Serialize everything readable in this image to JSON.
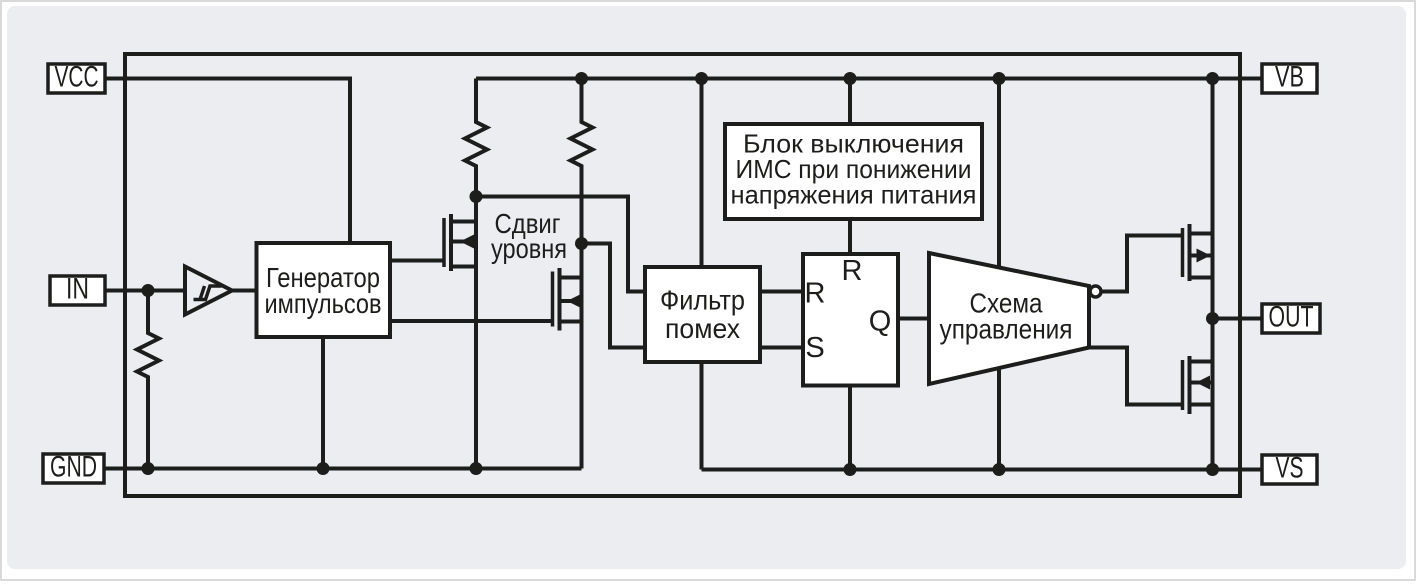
{
  "colors": {
    "line": "#1d1d1b",
    "panel": "#ecedf1",
    "box_fill": "#ffffff",
    "frame": "#d9d9d9"
  },
  "pins": {
    "vcc": "VCC",
    "in": "IN",
    "gnd": "GND",
    "vb": "VB",
    "out": "OUT",
    "vs": "VS"
  },
  "blocks": {
    "pulse_generator": {
      "line1": "Генератор",
      "line2": "импульсов"
    },
    "level_shift": {
      "line1": "Сдвиг",
      "line2": "уровня"
    },
    "noise_filter": {
      "line1": "Фильтр",
      "line2": "помех"
    },
    "uvlo": {
      "line1": "Блок выключения",
      "line2": "ИМС при понижении",
      "line3": "напряжения питания"
    },
    "control": {
      "line1": "Схема",
      "line2": "управления"
    },
    "rs_trigger": {
      "reset_top": "R",
      "reset": "R",
      "set": "S",
      "q": "Q"
    }
  }
}
